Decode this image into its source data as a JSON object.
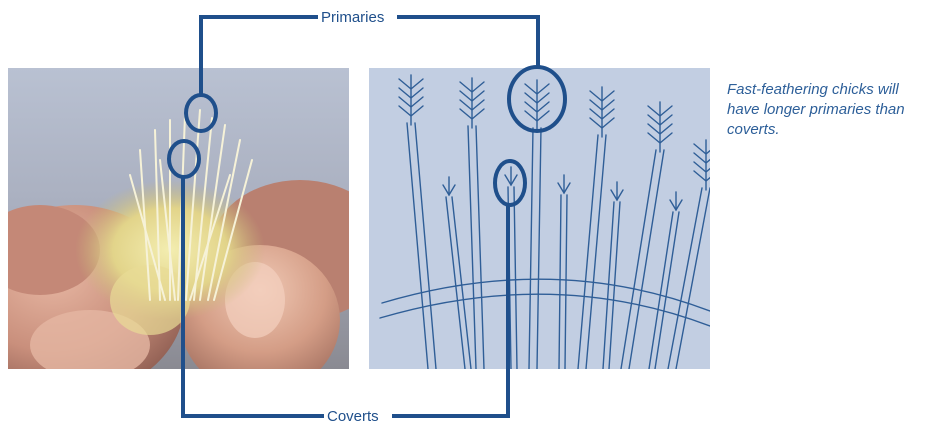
{
  "labels": {
    "primaries": "Primaries",
    "coverts": "Coverts"
  },
  "caption": "Fast-feathering chicks will have longer primaries than coverts.",
  "colors": {
    "callout": "#1f4f8b",
    "caption": "#2d5f99",
    "diagram_bg": "#c2cee2",
    "diagram_line": "#2f5e97"
  },
  "images": {
    "left": "photo of chick wing held between fingers",
    "right": "line drawing of wing feathers showing primaries and coverts"
  }
}
